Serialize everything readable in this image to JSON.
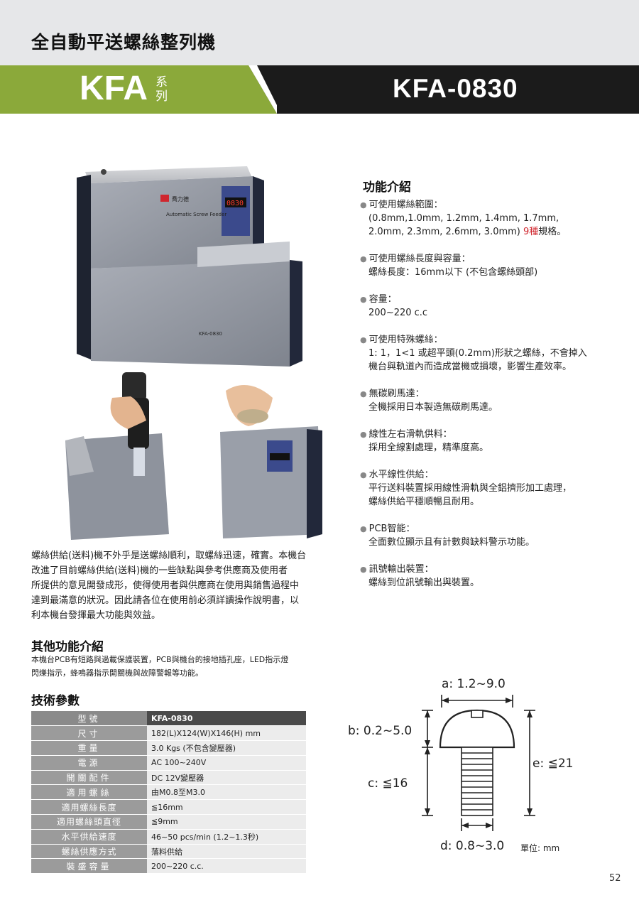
{
  "header": {
    "title": "全自動平送螺絲整列機",
    "series_name": "KFA",
    "series_suffix": "系列",
    "model": "KFA-0830"
  },
  "product_photo": {
    "brand": "喬力德",
    "panel_label": "Automatic Screw Feeder",
    "display": "0830",
    "model_plate": "KFA-0830"
  },
  "features": {
    "title": "功能介紹",
    "items": [
      {
        "head": "可使用螺絲範圍：",
        "lines": [
          "(0.8mm,1.0mm, 1.2mm, 1.4mm, 1.7mm,",
          "2.0mm, 2.3mm, 2.6mm, 3.0mm) "
        ],
        "highlight": "9種",
        "tail": "規格。"
      },
      {
        "head": "可使用螺絲長度與容量：",
        "lines": [
          "螺絲長度：16mm以下 (不包含螺絲頭部)"
        ]
      },
      {
        "head": "容量：",
        "lines": [
          "200~220 c.c"
        ]
      },
      {
        "head": "可使用特殊螺絲：",
        "lines": [
          "1: 1，1<1 或超平頭(0.2mm)形狀之螺絲，不會掉入",
          "機台與軌道內而造成當機或損壞，影響生產效率。"
        ]
      },
      {
        "head": "無碳刷馬達：",
        "lines": [
          "全機採用日本製造無碳刷馬達。"
        ]
      },
      {
        "head": "線性左右滑軌供料：",
        "lines": [
          "採用全線割處理，精準度高。"
        ]
      },
      {
        "head": "水平線性供給：",
        "lines": [
          "平行送料裝置採用線性滑軌與全鋁擠形加工處理，",
          "螺絲供給平穩順暢且耐用。"
        ]
      },
      {
        "head": "PCB智能：",
        "lines": [
          "全面數位顯示且有計數與缺料警示功能。"
        ]
      },
      {
        "head": "訊號輸出裝置：",
        "lines": [
          "螺絲到位訊號輸出與裝置。"
        ]
      }
    ]
  },
  "intro": {
    "lines": [
      "螺絲供給(送料)機不外乎是送螺絲順利，取螺絲迅速，確實。本機台",
      "改進了目前螺絲供給(送料)機的一些缺點與參考供應商及使用者",
      "所提供的意見開發成形，使得使用者與供應商在使用與銷售過程中",
      "達到最滿意的狀況。因此請各位在使用前必須詳讀操作說明書，以",
      "利本機台發揮最大功能與效益。"
    ]
  },
  "other_features": {
    "title": "其他功能介紹",
    "lines": [
      "本機台PCB有短路與過載保護裝置，PCB與機台的接地插孔座，LED指示燈",
      "閃爍指示，蜂鳴器指示開關機與故障警報等功能。"
    ]
  },
  "specs": {
    "title": "技術參數",
    "rows": [
      {
        "label": "型號",
        "value": "KFA-0830"
      },
      {
        "label": "尺寸",
        "value": "182(L)X124(W)X146(H) mm"
      },
      {
        "label": "重量",
        "value": "3.0 Kgs (不包含變壓器)"
      },
      {
        "label": "電源",
        "value": "AC 100~240V"
      },
      {
        "label": "開關配件",
        "value": "DC 12V變壓器"
      },
      {
        "label": "適用螺絲",
        "value": "由M0.8至M3.0"
      },
      {
        "label": "適用螺絲長度",
        "value": "≦16mm"
      },
      {
        "label": "適用螺絲頭直徑",
        "value": "≦9mm"
      },
      {
        "label": "水平供給速度",
        "value": "46~50 pcs/min (1.2~1.3秒)"
      },
      {
        "label": "螺絲供應方式",
        "value": "落料供給"
      },
      {
        "label": "裝盛容量",
        "value": "200~220 c.c."
      }
    ]
  },
  "diagram": {
    "a": "a: 1.2~9.0",
    "b": "b: 0.2~5.0",
    "c": "c: ≦16",
    "d": "d: 0.8~3.0",
    "e": "e: ≦21",
    "unit": "單位: mm"
  },
  "page_number": "52",
  "colors": {
    "series_green": "#8ba93a",
    "dark_band": "#1b1b1b",
    "highlight": "#d0262e"
  }
}
